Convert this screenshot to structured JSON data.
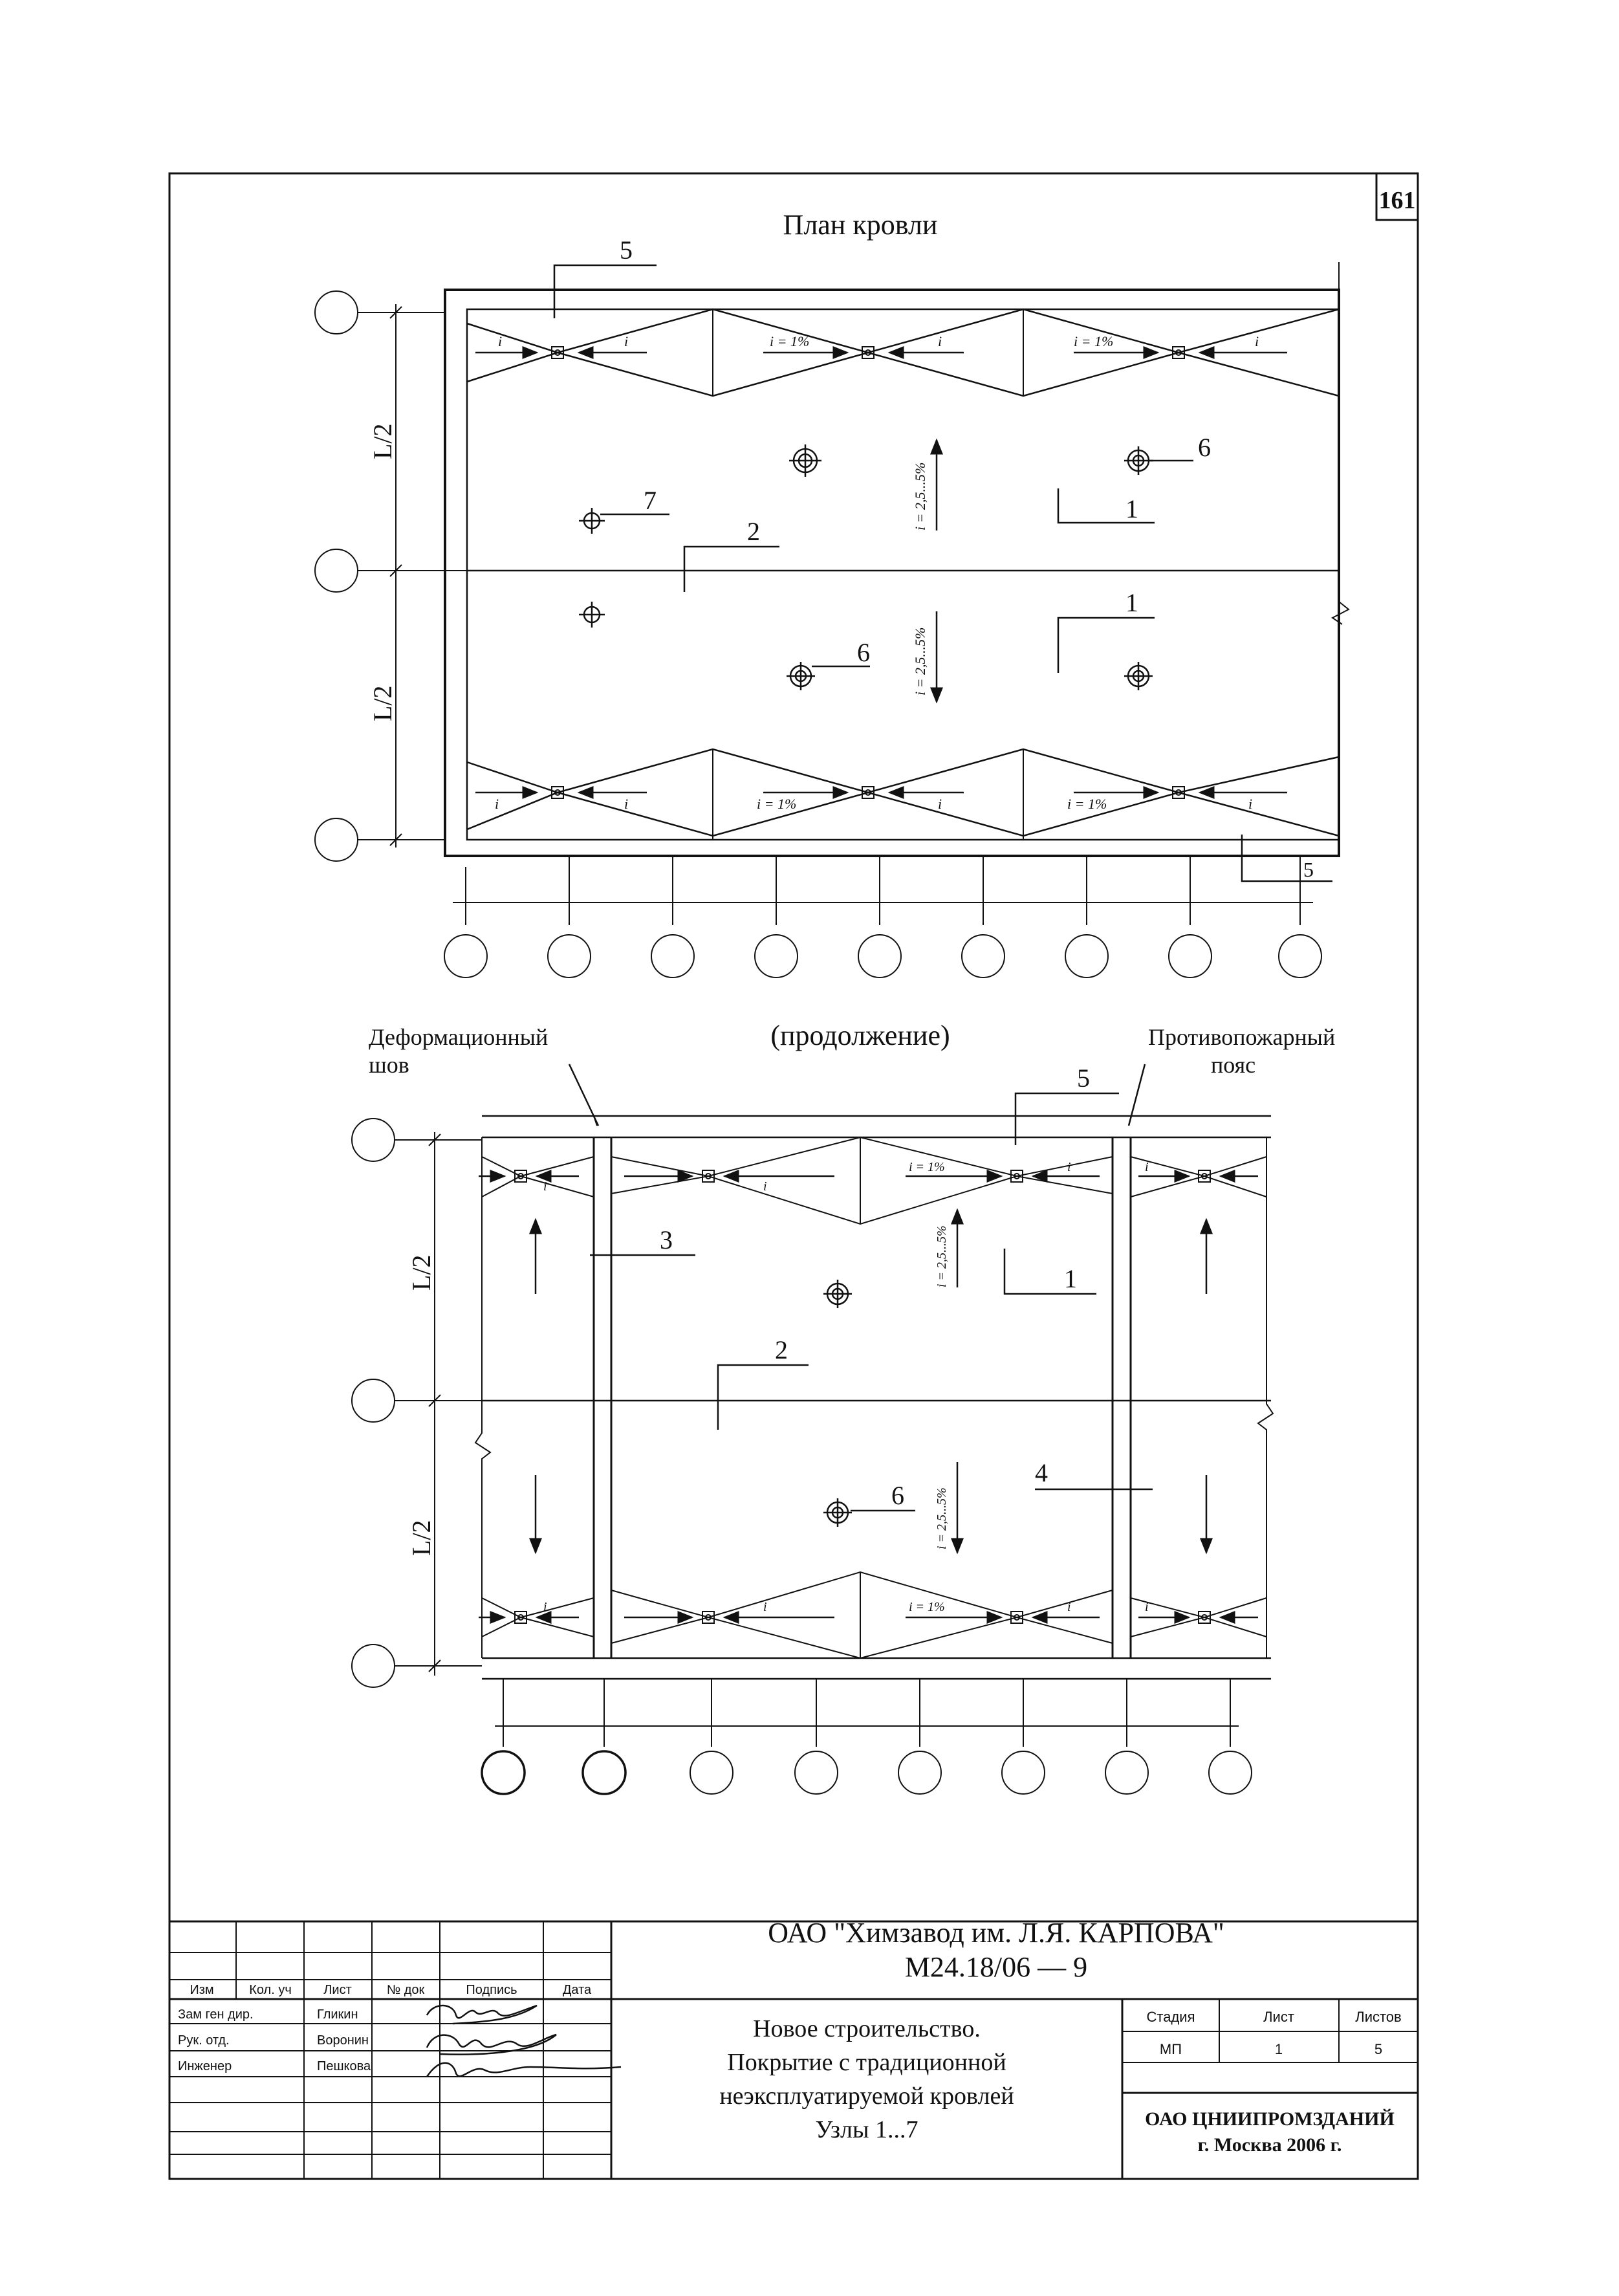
{
  "sheet_number": "161",
  "plan": {
    "title": "План кровли",
    "continuation_title": "(продолжение)",
    "half_span": "L/2",
    "slope_main": "i = 2,5...5%",
    "slope_valley": "i = 1%",
    "slope_short": "i",
    "callouts": {
      "n1": "1",
      "n2": "2",
      "n3": "3",
      "n4": "4",
      "n5": "5",
      "n6": "6",
      "n7": "7"
    },
    "expansion_joint_label_1": "Деформационный",
    "expansion_joint_label_2": "шов",
    "firebreak_label_1": "Противопожарный",
    "firebreak_label_2": "пояс"
  },
  "title_block": {
    "company": "ОАО \"Химзавод им. Л.Я. КАРПОВА\"",
    "doc_code": "М24.18/06 — 9",
    "description_lines": [
      "Новое строительство.",
      "Покрытие с традиционной",
      "неэксплуатируемой кровлей",
      "Узлы 1...7"
    ],
    "columns": [
      "Изм",
      "Кол. уч",
      "Лист",
      "№ док",
      "Подпись",
      "Дата"
    ],
    "signatories": [
      {
        "role": "Зам ген дир.",
        "name": "Гликин"
      },
      {
        "role": "Рук. отд.",
        "name": "Воронин"
      },
      {
        "role": "Инженер",
        "name": "Пешкова"
      }
    ],
    "stage_headers": [
      "Стадия",
      "Лист",
      "Листов"
    ],
    "stage_values": [
      "МП",
      "1",
      "5"
    ],
    "organization": "ОАО ЦНИИПРОМЗДАНИЙ",
    "city_year": "г. Москва 2006 г."
  }
}
